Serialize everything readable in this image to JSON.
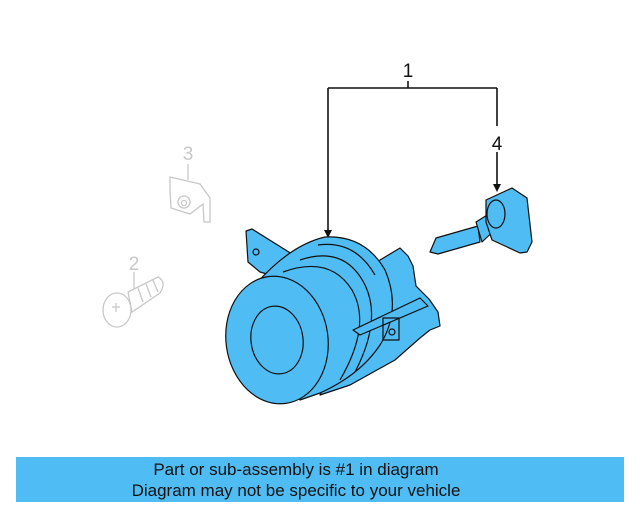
{
  "callouts": {
    "main": "1",
    "screw": "2",
    "clip": "3",
    "bulb": "4"
  },
  "banner": {
    "line1": "Part or sub-assembly is #1 in diagram",
    "line2": "Diagram may not be specific to your vehicle"
  },
  "colors": {
    "highlight": "#4fbcf4",
    "ghost": "#c8c8c8",
    "line": "#111111"
  }
}
